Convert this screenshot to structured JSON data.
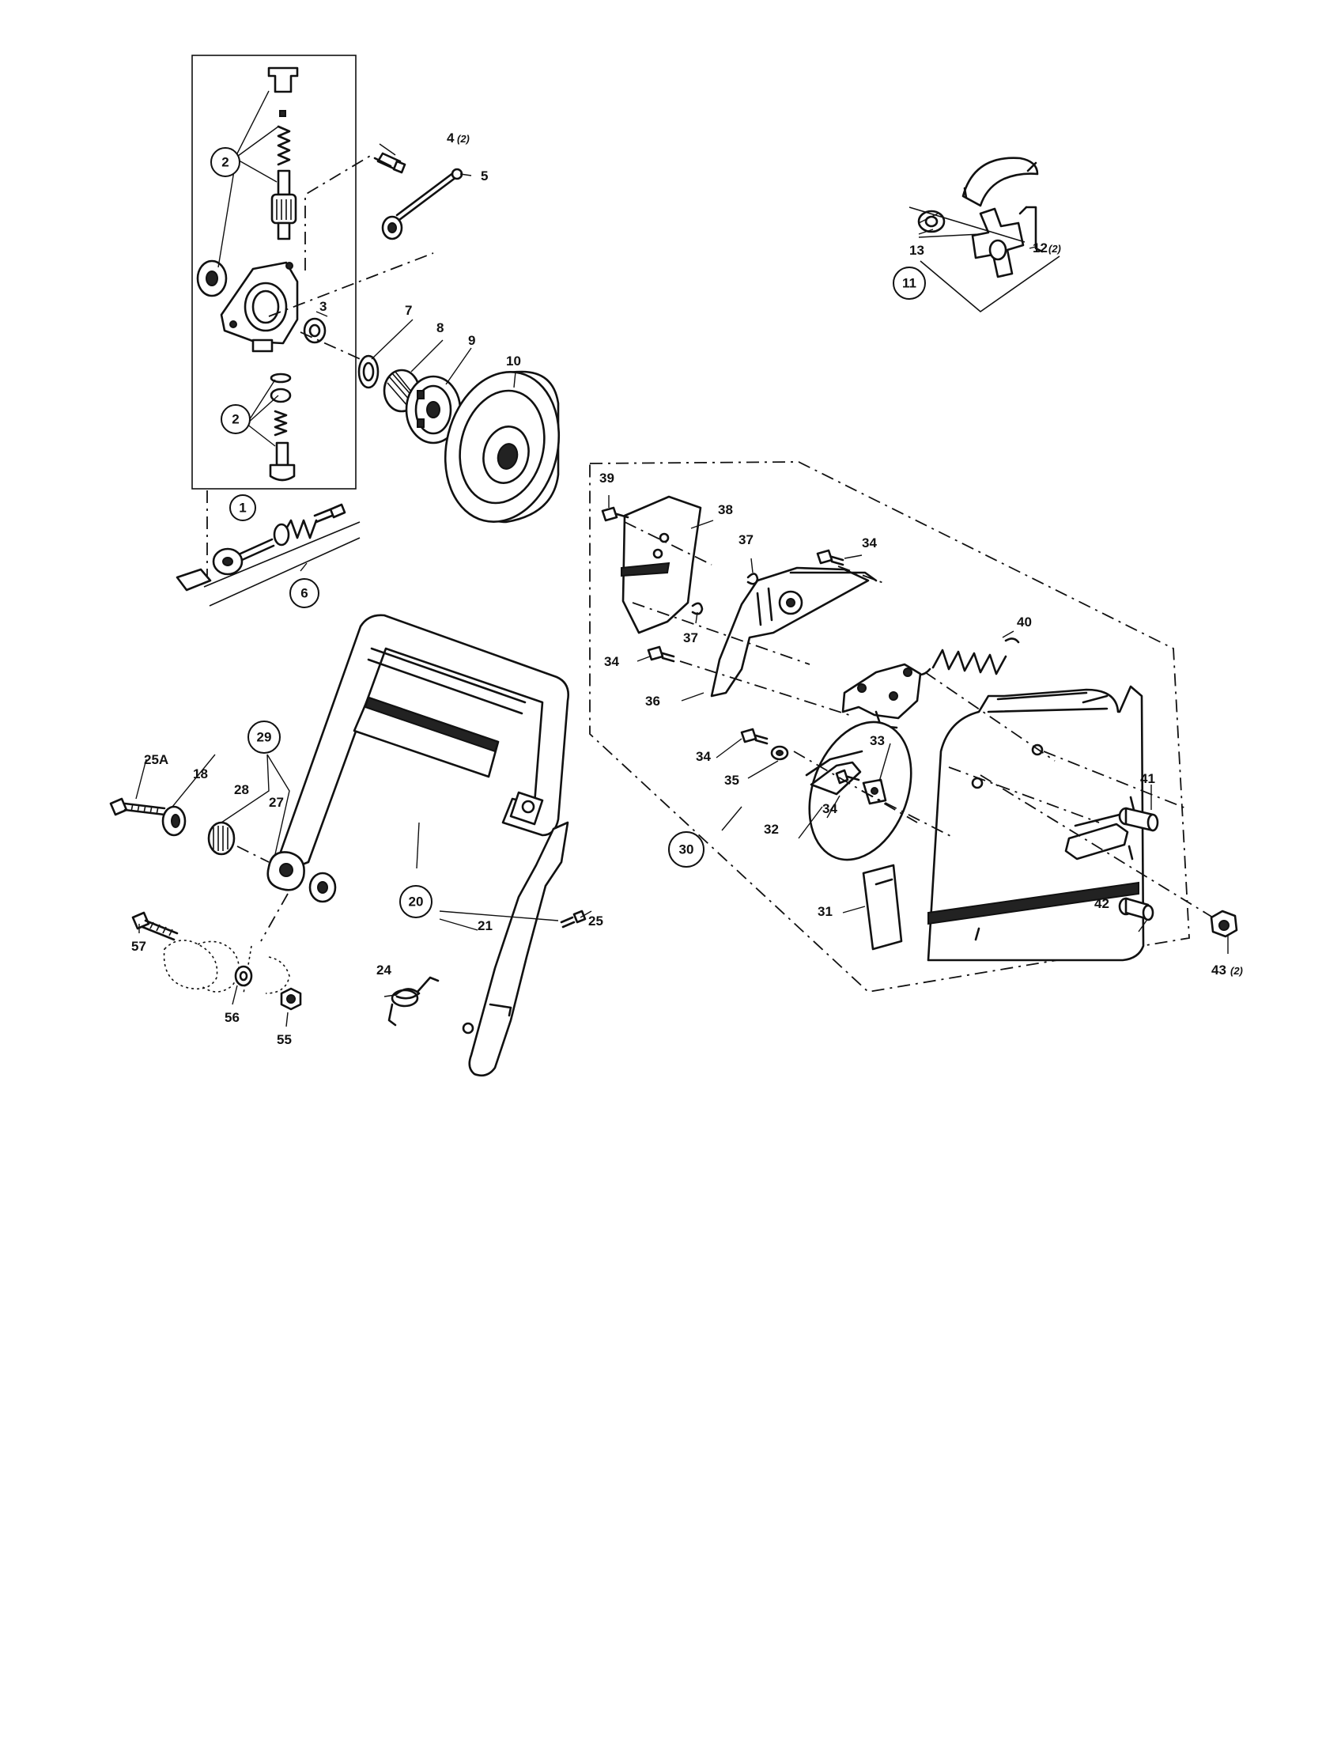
{
  "diagram": {
    "callouts": {
      "c1": "1",
      "c2a": "2",
      "c2b": "2",
      "c3": "3",
      "c4": "4",
      "c4q": "(2)",
      "c5": "5",
      "c6": "6",
      "c7": "7",
      "c8": "8",
      "c9": "9",
      "c10": "10",
      "c11": "11",
      "c12": "12",
      "c12q": "(2)",
      "c13": "13",
      "c18": "18",
      "c20": "20",
      "c21": "21",
      "c24": "24",
      "c25": "25",
      "c25a": "25A",
      "c27": "27",
      "c28": "28",
      "c29": "29",
      "c30": "30",
      "c31": "31",
      "c32": "32",
      "c33": "33",
      "c34a": "34",
      "c34b": "34",
      "c34c": "34",
      "c34d": "34",
      "c35": "35",
      "c36": "36",
      "c37a": "37",
      "c37b": "37",
      "c38": "38",
      "c39": "39",
      "c40": "40",
      "c41": "41",
      "c42": "42",
      "c43": "43",
      "c43q": "(2)",
      "c55": "55",
      "c56": "56",
      "c57": "57"
    }
  }
}
